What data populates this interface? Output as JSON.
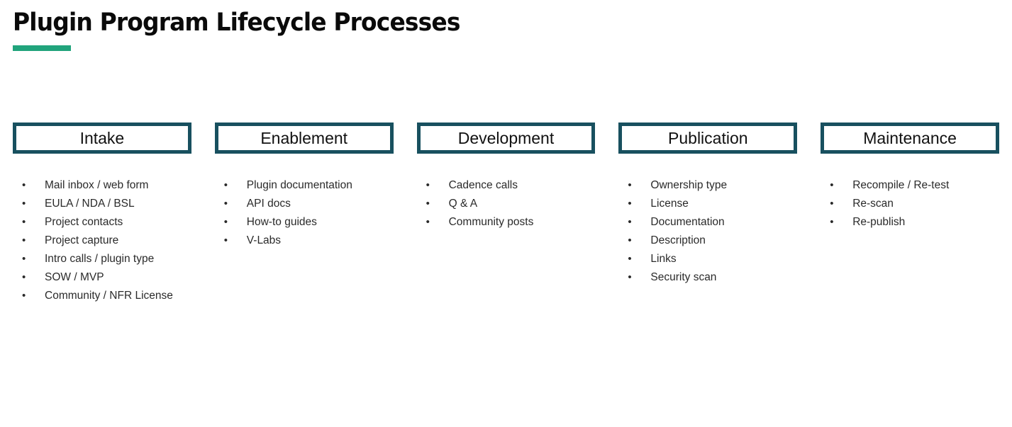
{
  "slide": {
    "title": "Plugin Program Lifecycle Processes",
    "accent_color": "#21A47C",
    "box_border_color": "#18505F",
    "text_color": "#2a2a2a",
    "background_color": "#ffffff",
    "bullet_glyph": "•"
  },
  "phases": [
    {
      "name": "Intake",
      "items": [
        "Mail inbox / web form",
        "EULA / NDA / BSL",
        "Project contacts",
        "Project capture",
        "Intro calls / plugin type",
        "SOW / MVP",
        "Community / NFR License"
      ]
    },
    {
      "name": "Enablement",
      "items": [
        "Plugin documentation",
        "API docs",
        "How-to guides",
        "V-Labs"
      ]
    },
    {
      "name": "Development",
      "items": [
        "Cadence calls",
        "Q & A",
        "Community posts"
      ]
    },
    {
      "name": "Publication",
      "items": [
        "Ownership type",
        "License",
        "Documentation",
        "Description",
        "Links",
        "Security scan"
      ]
    },
    {
      "name": "Maintenance",
      "items": [
        "Recompile / Re-test",
        "Re-scan",
        "Re-publish"
      ]
    }
  ]
}
